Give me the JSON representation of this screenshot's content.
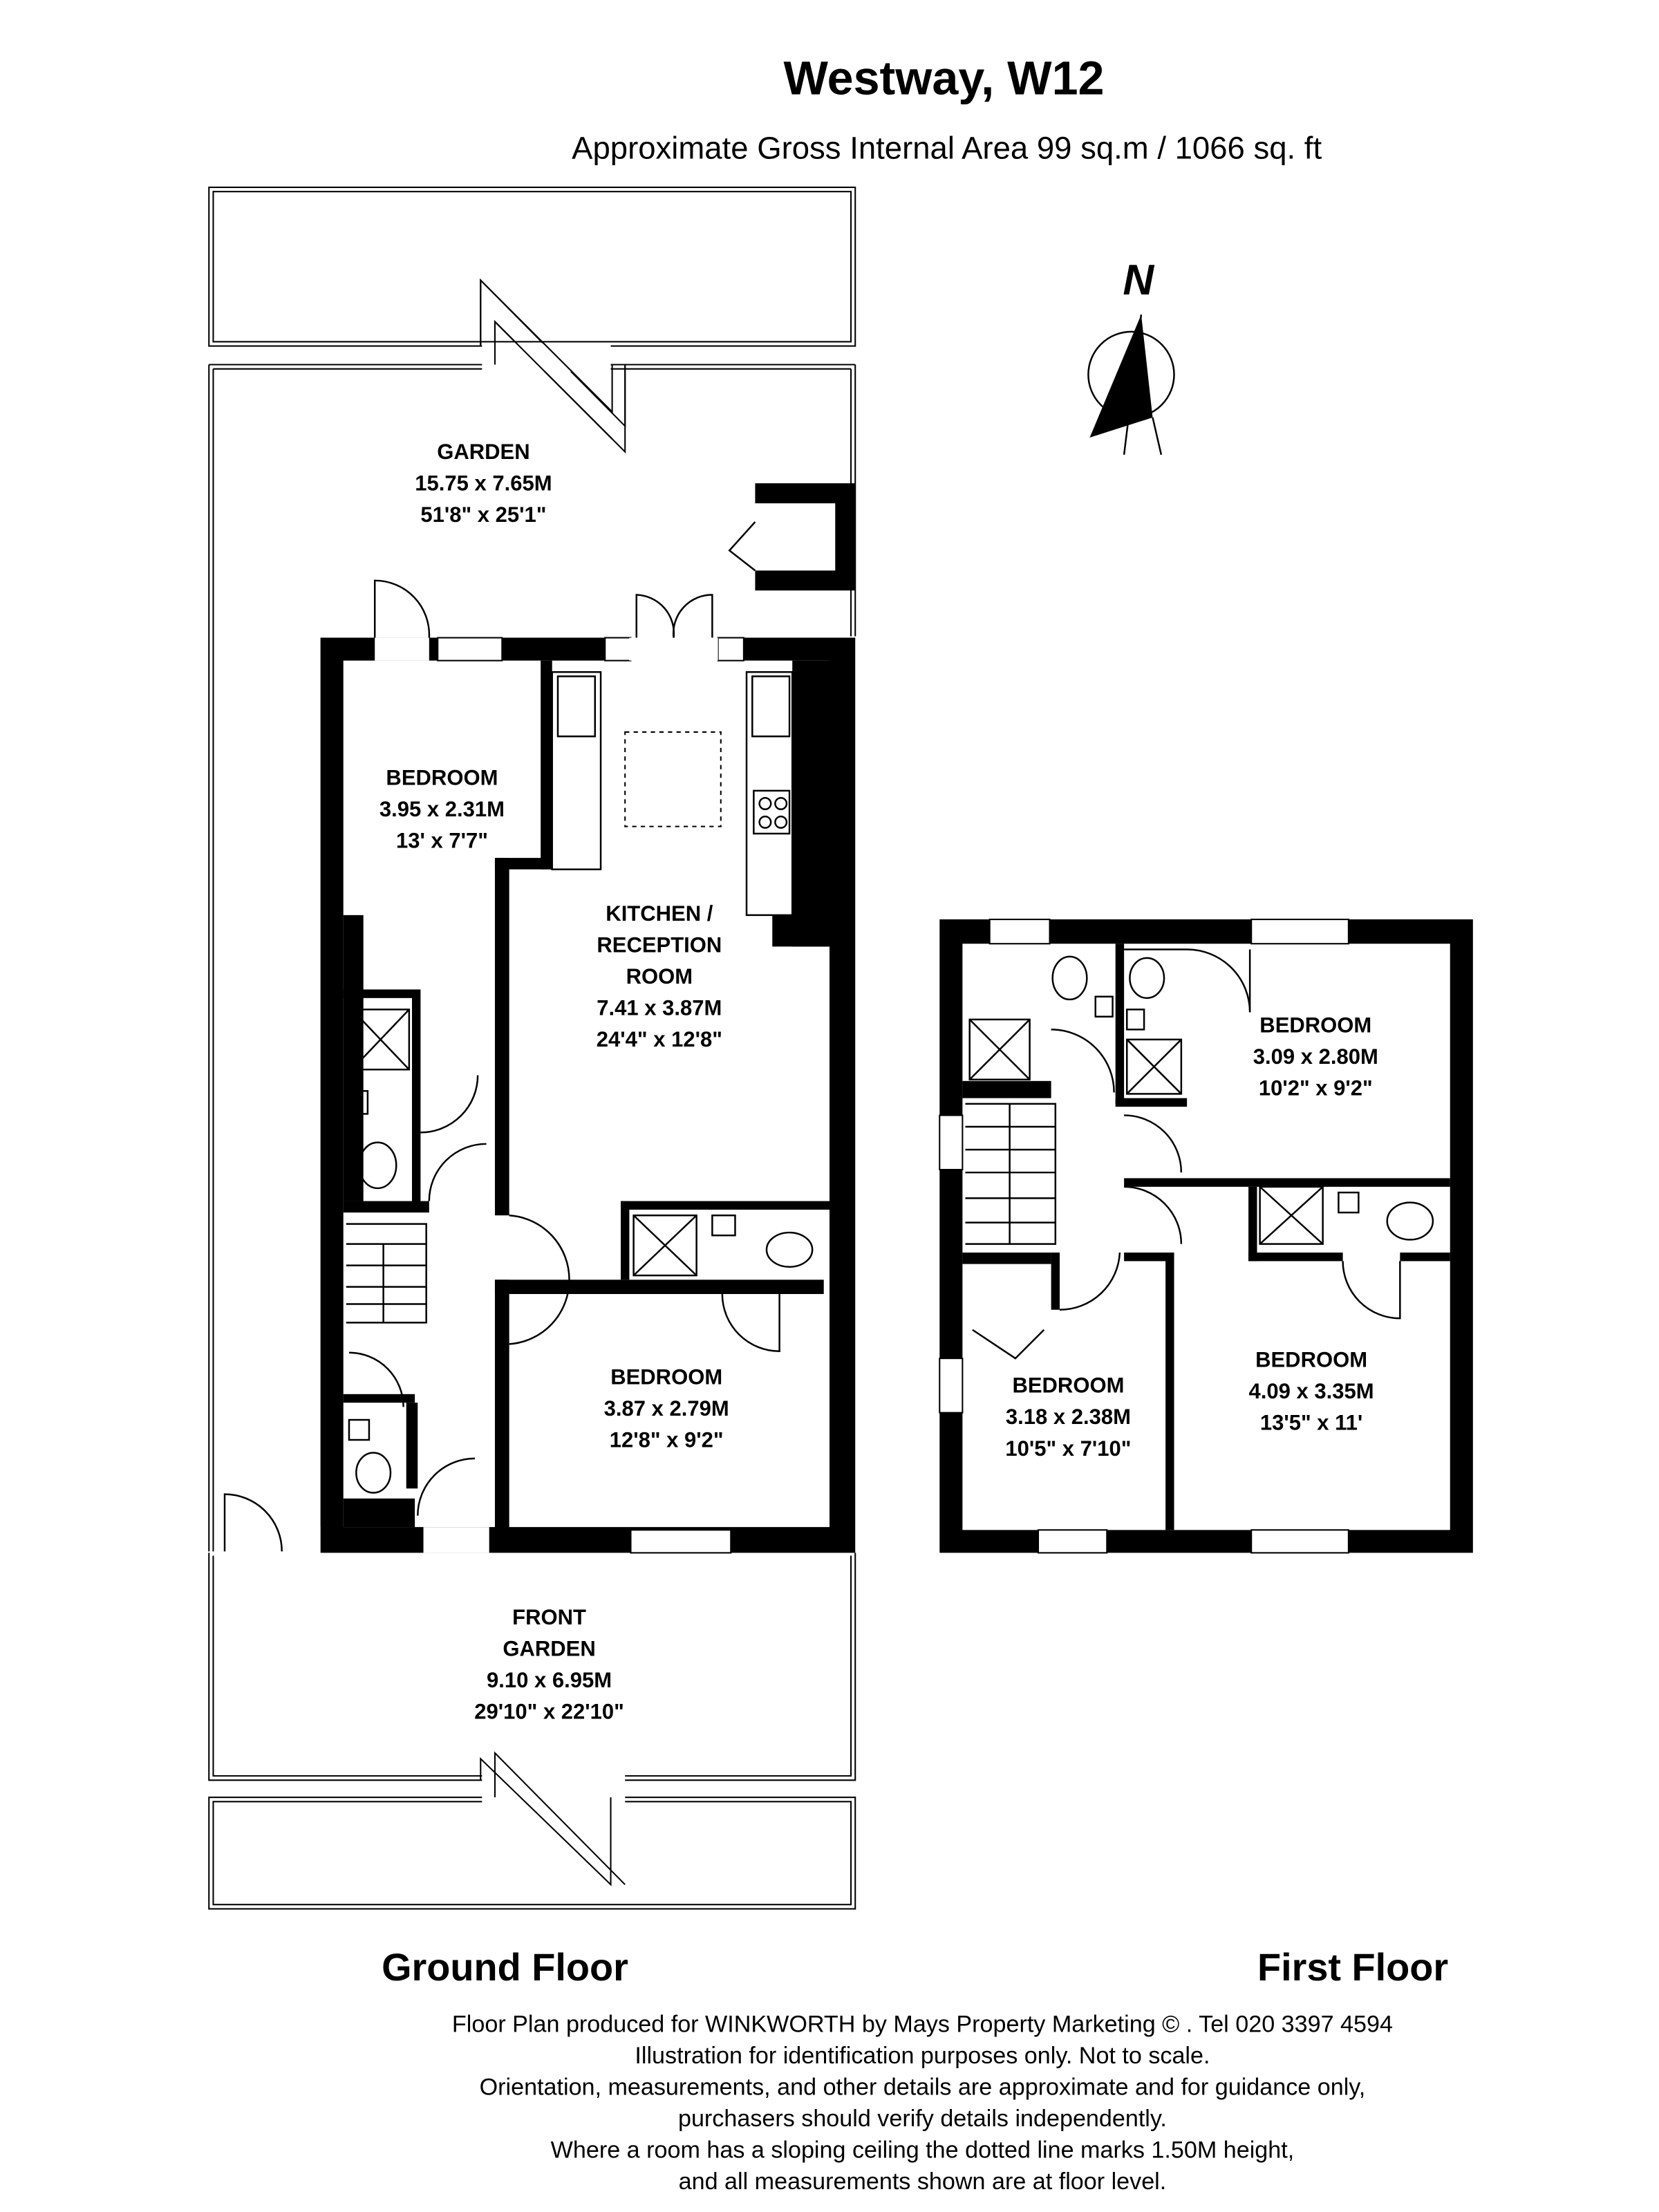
{
  "header": {
    "title": "Westway, W12",
    "area": "Approximate Gross Internal Area 99 sq.m /  1066 sq. ft"
  },
  "compass": {
    "label": "N",
    "icon": "north-arrow-icon"
  },
  "ground_floor": {
    "label": "Ground Floor",
    "rooms": [
      {
        "name": "GARDEN",
        "metric": "15.75 x 7.65M",
        "imperial": "51'8\" x 25'1\""
      },
      {
        "name": "BEDROOM",
        "metric": "3.95 x 2.31M",
        "imperial": "13' x 7'7\""
      },
      {
        "name": "KITCHEN / RECEPTION ROOM",
        "name_lines": [
          "KITCHEN /",
          "RECEPTION",
          "ROOM"
        ],
        "metric": "7.41 x 3.87M",
        "imperial": "24'4\" x 12'8\""
      },
      {
        "name": "BEDROOM",
        "metric": "3.87 x 2.79M",
        "imperial": "12'8\" x 9'2\""
      },
      {
        "name": "FRONT GARDEN",
        "name_lines": [
          "FRONT",
          "GARDEN"
        ],
        "metric": "9.10 x 6.95M",
        "imperial": "29'10\" x 22'10\""
      }
    ]
  },
  "first_floor": {
    "label": "First Floor",
    "rooms": [
      {
        "name": "BEDROOM",
        "metric": "3.09 x 2.80M",
        "imperial": "10'2\" x 9'2\""
      },
      {
        "name": "BEDROOM",
        "metric": "3.18 x 2.38M",
        "imperial": "10'5\" x 7'10\""
      },
      {
        "name": "BEDROOM",
        "metric": "4.09 x 3.35M",
        "imperial": "13'5\" x 11'"
      }
    ]
  },
  "footer": {
    "lines": [
      "Floor Plan produced for WINKWORTH by Mays Property Marketing  © . Tel 020 3397 4594",
      "Illustration for identification purposes only. Not to scale.",
      "Orientation, measurements, and other details are approximate and for guidance only,",
      "purchasers should verify details independently.",
      "Where a room has a sloping ceiling the dotted line marks 1.50M height,",
      "and all measurements shown are at floor level."
    ]
  }
}
